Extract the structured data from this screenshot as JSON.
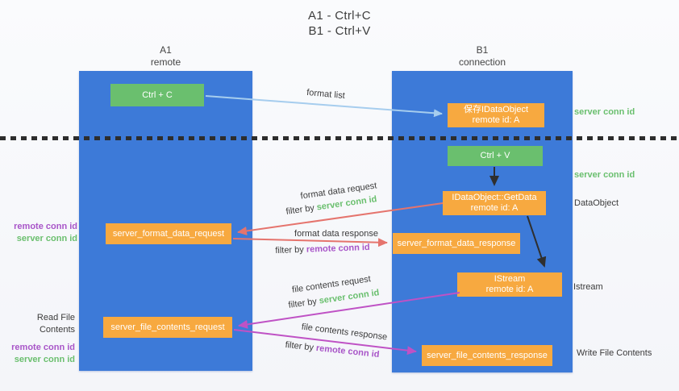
{
  "title": {
    "line1": "A1 - Ctrl+C",
    "line2": "B1 - Ctrl+V"
  },
  "lanes": {
    "a1": {
      "name": "A1",
      "subtitle": "remote"
    },
    "b1": {
      "name": "B1",
      "subtitle": "connection"
    }
  },
  "nodes": {
    "ctrl_c": {
      "label": "Ctrl + C"
    },
    "ctrl_v": {
      "label": "Ctrl + V"
    },
    "save_idataobject": {
      "line1": "保存IDataObject",
      "line2": "remote id: A"
    },
    "getdata": {
      "line1": "IDataObject::GetData",
      "line2": "remote id: A"
    },
    "istream": {
      "line1": "IStream",
      "line2": "remote id: A"
    },
    "format_request": {
      "label": "server_format_data_request"
    },
    "format_response": {
      "label": "server_format_data_response"
    },
    "file_request": {
      "label": "server_file_contents_request"
    },
    "file_response": {
      "label": "server_file_contents_response"
    }
  },
  "arrow_labels": {
    "format_list": "format list",
    "format_data_request": "format data request",
    "format_data_response": "format data response",
    "file_contents_request": "file contents request",
    "file_contents_response": "file contents response",
    "filter_by": "filter by ",
    "server_conn_id": "server conn id",
    "remote_conn_id": "remote conn id"
  },
  "side_labels": {
    "left_top": {
      "remote": "remote conn id",
      "server": "server conn id"
    },
    "left_bottom": {
      "title": "Read File Contents",
      "remote": "remote conn id",
      "server": "server conn id"
    },
    "right": {
      "server_conn_id_top": "server conn id",
      "server_conn_id_mid": "server conn id",
      "dataobject": "DataObject",
      "istream": "Istream",
      "write_file_contents": "Write File Contents"
    }
  },
  "colors": {
    "lane_blue": "#3d7ad8",
    "box_green": "#6abf6e",
    "box_orange": "#f7a940",
    "arrow_light_blue": "#a6cdee",
    "arrow_red": "#e5746d",
    "arrow_magenta": "#bf52c5",
    "arrow_black": "#2f2f2f",
    "text_green": "#6abf6e",
    "text_purple": "#a855c8"
  }
}
